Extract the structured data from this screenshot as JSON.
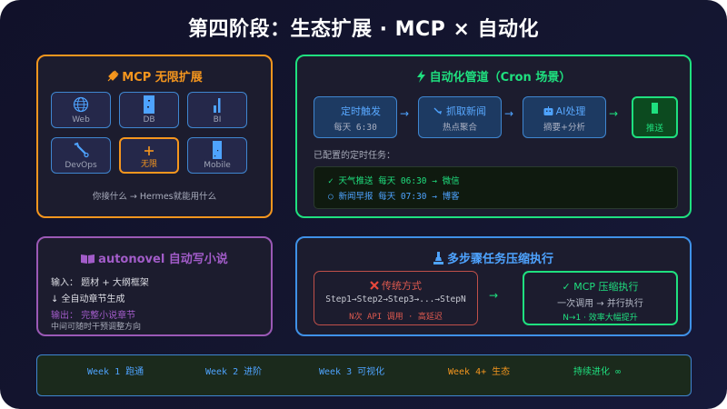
{
  "title": "第四阶段：生态扩展 · MCP × 自动化",
  "colors": {
    "orange": "#f5961e",
    "green": "#1fe07f",
    "blue": "#4ea3ff",
    "purple": "#a25cc9",
    "red": "#e05a4f"
  },
  "mcp": {
    "icon": "plug-icon",
    "title": "MCP 无限扩展",
    "tiles": [
      {
        "label": "Web",
        "icon": "globe-icon"
      },
      {
        "label": "DB",
        "icon": "database-icon"
      },
      {
        "label": "BI",
        "icon": "bar-chart-icon"
      },
      {
        "label": "DevOps",
        "icon": "wrench-icon"
      },
      {
        "label": "无限",
        "icon": "plus-icon"
      },
      {
        "label": "Mobile",
        "icon": "mobile-icon"
      }
    ],
    "footer": "你接什么 → Hermes就能用什么"
  },
  "cron": {
    "icon": "lightning-icon",
    "title": "自动化管道（Cron 场景）",
    "steps": [
      {
        "title": "定时触发",
        "sub": "每天 6:30",
        "icon": "clock-icon"
      },
      {
        "title": "抓取新闻",
        "sub": "热点聚合",
        "icon": "broom-icon"
      },
      {
        "title": "AI处理",
        "sub": "摘要+分析",
        "icon": "robot-icon"
      },
      {
        "title": "",
        "sub": "推送",
        "icon": "phone-icon"
      }
    ],
    "arrow": "→",
    "configured_label": "已配置的定时任务：",
    "jobs": [
      {
        "status": "✓",
        "text": "天气推送 每天 06:30 → 微信"
      },
      {
        "status": "○",
        "text": "新闻早报 每天 07:30 → 博客"
      }
    ]
  },
  "novel": {
    "icon": "book-icon",
    "title": "autonovel 自动写小说",
    "input": "输入： 题材 + 大纲框架",
    "process": "↓ 全自动章节生成",
    "output": "输出： 完整小说章节",
    "note": "中间可随时干预调整方向"
  },
  "compress": {
    "icon": "microscope-icon",
    "title": "多步骤任务压缩执行",
    "arrow": "→",
    "traditional": {
      "icon": "x-icon",
      "title": "传统方式",
      "flow": "Step1→Step2→Step3→...→StepN",
      "note": "N次 API 调用 · 高延迟"
    },
    "mcp": {
      "title": "✓ MCP 压缩执行",
      "flow": "一次调用 → 并行执行",
      "note": "N→1 · 效率大幅提升"
    }
  },
  "timeline": [
    {
      "label": "Week 1 跑通",
      "color": "#4ea3ff"
    },
    {
      "label": "Week 2 进阶",
      "color": "#4ea3ff"
    },
    {
      "label": "Week 3 可视化",
      "color": "#4ea3ff"
    },
    {
      "label": "Week 4+ 生态",
      "color": "#f5961e"
    },
    {
      "label": "持续进化 ∞",
      "color": "#1fe07f"
    }
  ]
}
